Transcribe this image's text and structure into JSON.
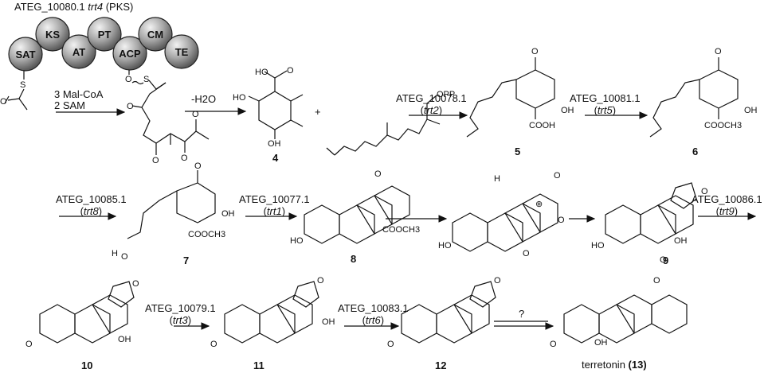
{
  "header": {
    "locus": "ATEG_10080.1",
    "gene": "trt4",
    "enzyme_class": "(PKS)"
  },
  "pks_domains": [
    "SAT",
    "KS",
    "AT",
    "PT",
    "ACP",
    "CM",
    "TE"
  ],
  "step1": {
    "reagent1": "3 Mal-CoA",
    "reagent2": "2 SAM"
  },
  "step2": {
    "reagent": "-H2O"
  },
  "substituents": {
    "oh": "OH",
    "ho": "HO",
    "opp": "OPP",
    "o": "O",
    "s": "S",
    "h": "H",
    "plus": "+",
    "cooh": "COOH",
    "cooch3": "COOCH3",
    "plus_charge": "⊕"
  },
  "enzymes": [
    {
      "locus": "ATEG_10078.1",
      "gene": "trt2"
    },
    {
      "locus": "ATEG_10081.1",
      "gene": "trt5"
    },
    {
      "locus": "ATEG_10085.1",
      "gene": "trt8"
    },
    {
      "locus": "ATEG_10077.1",
      "gene": "trt1"
    },
    {
      "locus": "ATEG_10086.1",
      "gene": "trt9"
    },
    {
      "locus": "ATEG_10079.1",
      "gene": "trt3"
    },
    {
      "locus": "ATEG_10083.1",
      "gene": "trt6"
    }
  ],
  "unknown_step": "?",
  "compounds": {
    "c4": "4",
    "c5": "5",
    "c6": "6",
    "c7": "7",
    "c8": "8",
    "c9": "9",
    "c10": "10",
    "c11": "11",
    "c12": "12",
    "final_name": "terretonin",
    "final_num": "(13)"
  },
  "colors": {
    "domain_fill": "#9a9a9a",
    "ink": "#111111"
  }
}
